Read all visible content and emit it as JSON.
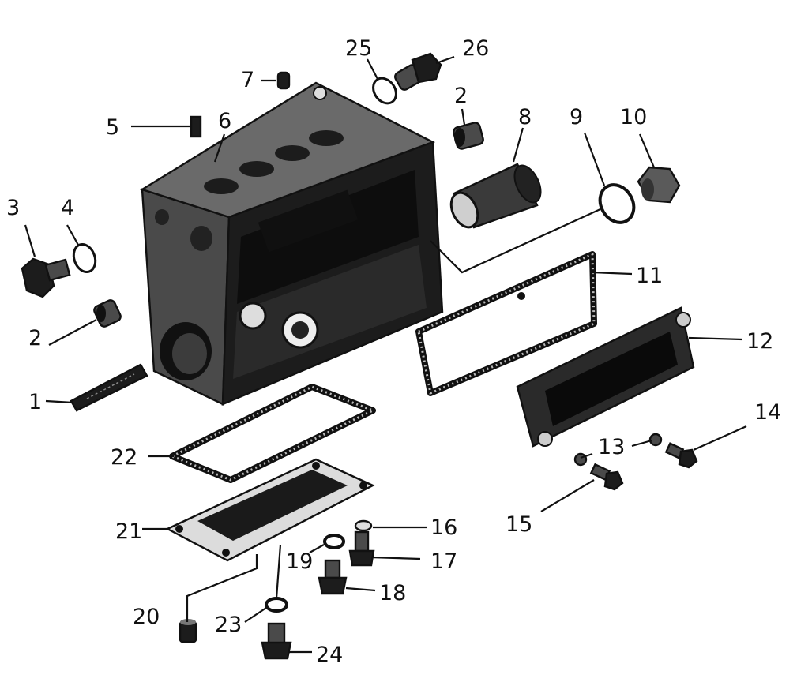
{
  "labels": {
    "l1": "1",
    "l2a": "2",
    "l2b": "2",
    "l3": "3",
    "l4": "4",
    "l5": "5",
    "l6": "6",
    "l7": "7",
    "l8": "8",
    "l9": "9",
    "l10": "10",
    "l11": "11",
    "l12": "12",
    "l13": "13",
    "l14": "14",
    "l15": "15",
    "l16": "16",
    "l17": "17",
    "l18": "18",
    "l19": "19",
    "l20": "20",
    "l21": "21",
    "l22": "22",
    "l23": "23",
    "l24": "24",
    "l25": "25",
    "l26": "26"
  }
}
